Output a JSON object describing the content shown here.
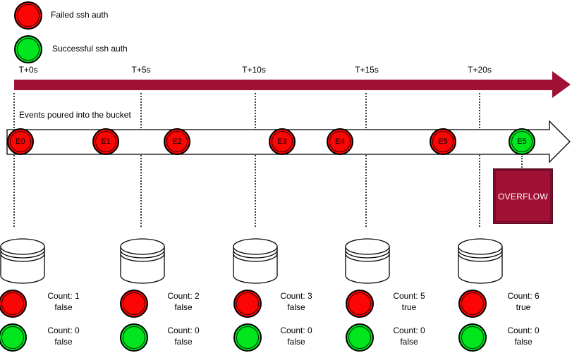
{
  "diagram": {
    "legend": {
      "items": [
        {
          "id": "failed",
          "label": "Failed ssh auth",
          "color": "#fb0505"
        },
        {
          "id": "successful",
          "label": "Successful ssh auth",
          "color": "#00e51e"
        }
      ]
    },
    "timeline": {
      "ticks": [
        "T+0s",
        "T+5s",
        "T+10s",
        "T+15s",
        "T+20s"
      ],
      "arrow_color": "#a11035"
    },
    "stream": {
      "caption": "Events poured into the bucket",
      "events": [
        {
          "label": "E0",
          "type": "failed"
        },
        {
          "label": "E1",
          "type": "failed"
        },
        {
          "label": "E2",
          "type": "failed"
        },
        {
          "label": "E3",
          "type": "failed"
        },
        {
          "label": "E4",
          "type": "failed"
        },
        {
          "label": "E5",
          "type": "failed"
        },
        {
          "label": "E5",
          "type": "successful"
        }
      ]
    },
    "overflow": {
      "label": "OVERFLOW",
      "fill": "#a11035",
      "border": "#5d0b22"
    },
    "buckets": [
      {
        "failed": {
          "count": "Count: 1",
          "flag": "false"
        },
        "successful": {
          "count": "Count: 0",
          "flag": "false"
        }
      },
      {
        "failed": {
          "count": "Count: 2",
          "flag": "false"
        },
        "successful": {
          "count": "Count: 0",
          "flag": "false"
        }
      },
      {
        "failed": {
          "count": "Count: 3",
          "flag": "false"
        },
        "successful": {
          "count": "Count: 0",
          "flag": "false"
        }
      },
      {
        "failed": {
          "count": "Count: 5",
          "flag": "true"
        },
        "successful": {
          "count": "Count: 0",
          "flag": "false"
        }
      },
      {
        "failed": {
          "count": "Count: 6",
          "flag": "true"
        },
        "successful": {
          "count": "Count: 0",
          "flag": "false"
        }
      }
    ]
  }
}
